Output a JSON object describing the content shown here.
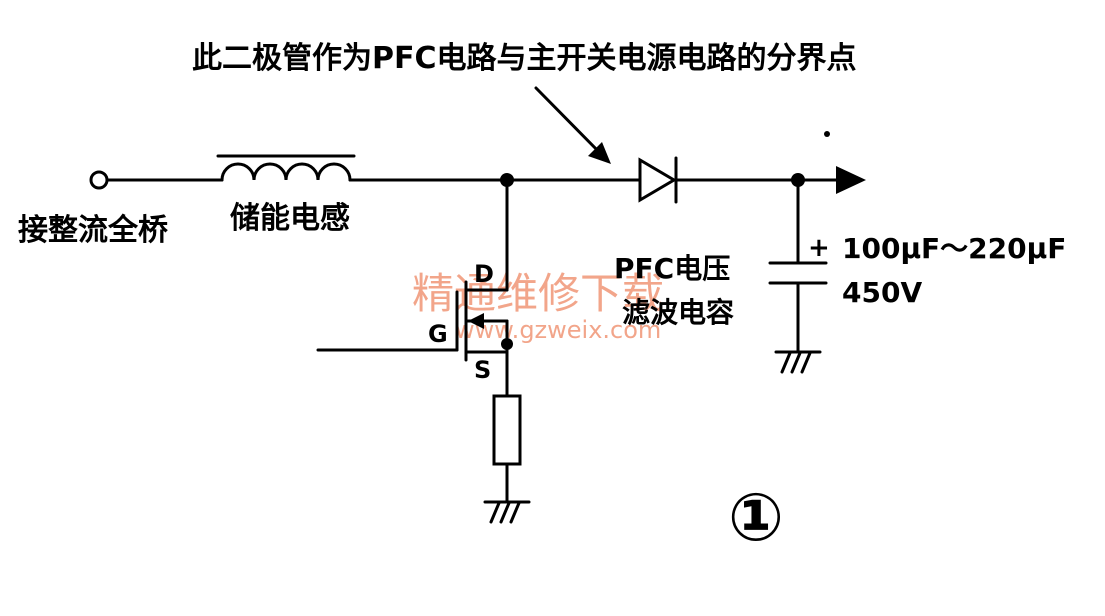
{
  "annotation": "此二极管作为PFC电路与主开关电源电路的分界点",
  "labels": {
    "input": "接整流全桥",
    "inductor": "储能电感",
    "drain": "D",
    "gate": "G",
    "source": "S",
    "cap_title_1": "PFC电压",
    "cap_title_2": "滤波电容",
    "cap_plus": "+",
    "cap_value": "100μF～220μF",
    "cap_voltage": "450V",
    "figure_number": "①"
  },
  "watermark": {
    "cn": "精通维修下载",
    "url": "www.gzweix.com"
  },
  "colors": {
    "line": "#000000",
    "watermark": "#f2a58a"
  }
}
